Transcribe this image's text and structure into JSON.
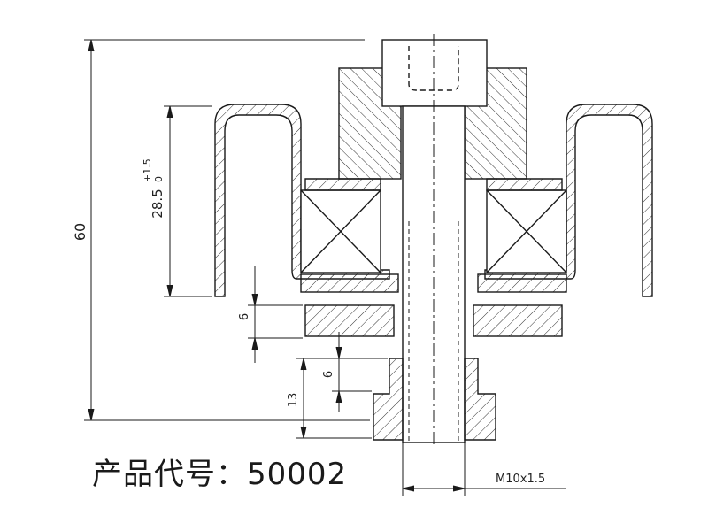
{
  "dimensions": {
    "overall_height": "60",
    "cup_depth": "28.5",
    "cup_depth_tol_upper": "+1.5",
    "cup_depth_tol_lower": "0",
    "washer_thickness": "6",
    "nut_flange": "6",
    "nut_height": "13",
    "thread": "M10x1.5"
  },
  "caption": {
    "text": "产品代号：50002"
  },
  "colors": {
    "line": "#1a1a1a",
    "hatch": "#333333",
    "background": "#ffffff"
  }
}
